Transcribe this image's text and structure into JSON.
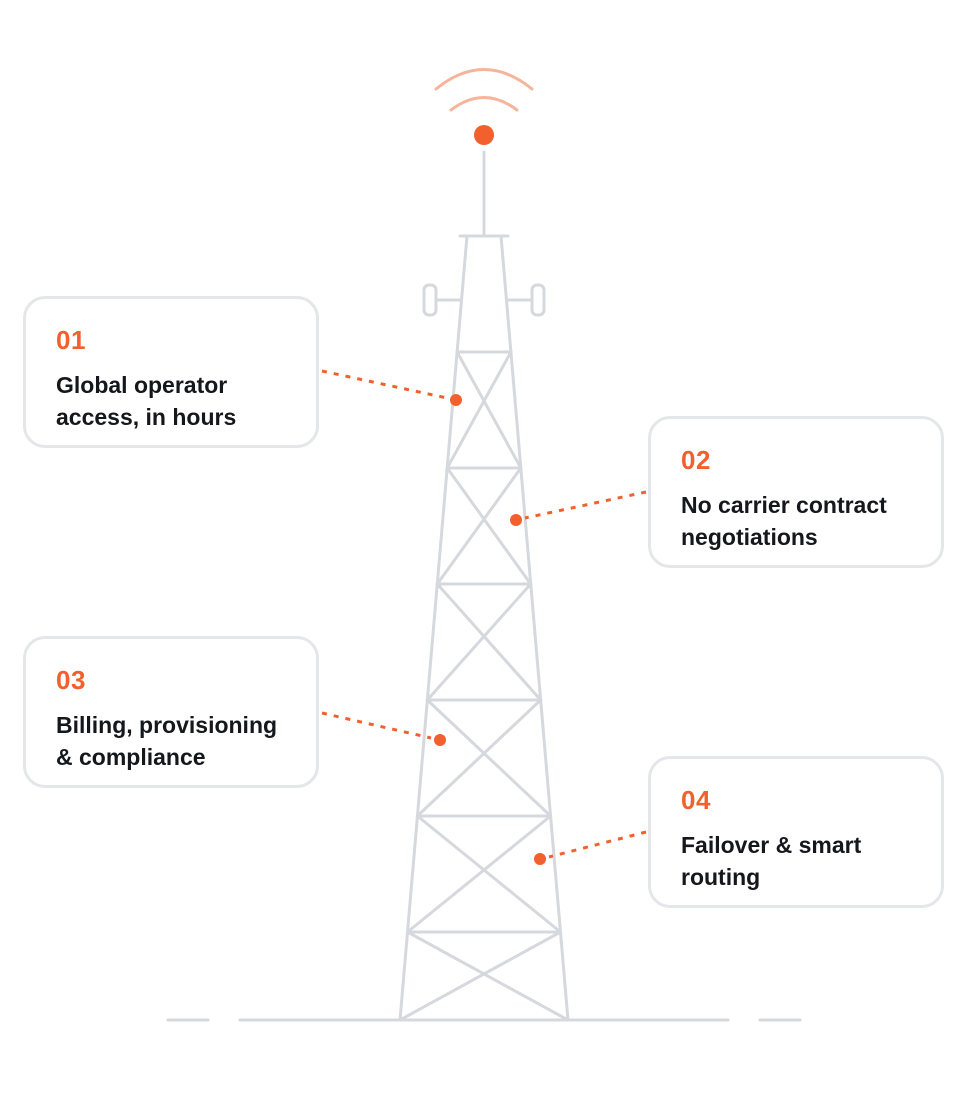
{
  "colors": {
    "accent": "#f2602d",
    "signal": "#f6b59b",
    "structure": "#d5d8dd",
    "card_border": "#e5e6ea",
    "text": "#16171c"
  },
  "icons": {
    "tower": "cell-tower-icon",
    "signal": "wifi-signal-icon"
  },
  "callouts": [
    {
      "number": "01",
      "title": "Global operator\naccess, in hours"
    },
    {
      "number": "02",
      "title": "No carrier contract\nnegotiations"
    },
    {
      "number": "03",
      "title": "Billing, provisioning\n& compliance"
    },
    {
      "number": "04",
      "title": "Failover & smart\nrouting"
    }
  ]
}
